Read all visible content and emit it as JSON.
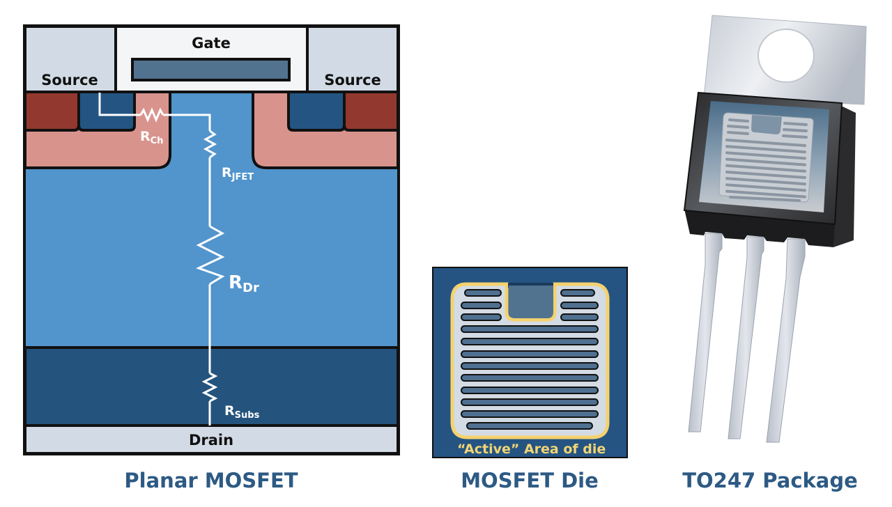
{
  "colors": {
    "outline": "#111111",
    "contact": "#d2dbe5",
    "gate_oxide": "#f4f5f6",
    "gate_poly": "#527390",
    "p_body": "#d9938d",
    "p_plus": "#93382f",
    "n_plus": "#245582",
    "n_drift": "#5294cc",
    "n_substrate": "#24537d",
    "resistor_line": "#ffffff",
    "die_bg": "#255482",
    "die_active": "#d3dbe4",
    "die_border": "#f4d26e",
    "die_finger": "#4f7090",
    "caption": "#2d5a84"
  },
  "mosfet": {
    "gate_label": "Gate",
    "source_left_label": "Source",
    "source_right_label": "Source",
    "drain_label": "Drain",
    "resistors": [
      {
        "name": "R",
        "sub": "Ch"
      },
      {
        "name": "R",
        "sub": "JFET"
      },
      {
        "name": "R",
        "sub": "Dr"
      },
      {
        "name": "R",
        "sub": "Subs"
      }
    ]
  },
  "die": {
    "active_area_label": "“Active” Area of die"
  },
  "captions": {
    "planar_mosfet": "Planar MOSFET",
    "mosfet_die": "MOSFET Die",
    "to247_package": "TO247 Package"
  }
}
